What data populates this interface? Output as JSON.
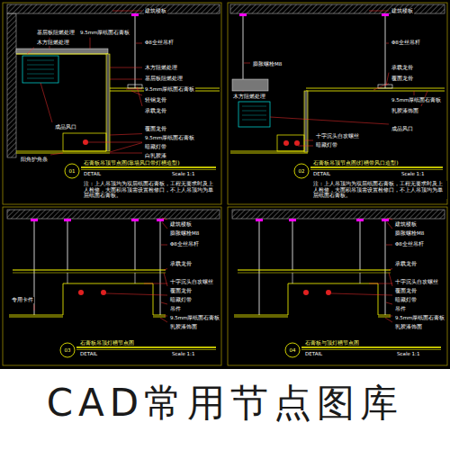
{
  "diagram": {
    "title": "CAD常用节点图库",
    "labels": [
      "建筑楼板",
      "基层板阻燃处理",
      "9.5mm厚纸面石膏板",
      "木方阻燃处理",
      "Φ8全丝吊杆",
      "木方阻燃处理",
      "基层板阻燃处理",
      "9.5mm厚纸面石膏板",
      "轻钢龙骨",
      "承载龙骨",
      "成品风口",
      "覆面龙骨",
      "9.5mm厚纸面石膏板",
      "暗藏灯带",
      "白乳胶漆",
      "阳角护角条",
      "01",
      "石膏板吊顶节点图(靠墙风口带灯槽造型)",
      "DETAIL",
      "Scale 1:1",
      "注：上人吊顶均为双层纸面石膏板，工程无要求时及上人检修，大面积吊顶需设置检修口，不上人吊顶均为单层纸面石膏板。",
      "建筑楼板",
      "Φ8全丝吊杆",
      "承载龙骨",
      "覆面龙骨",
      "9.5mm厚纸面石膏板",
      "乳胶漆饰面",
      "成品风口",
      "膨胀螺栓M8",
      "木方阻燃处理",
      "十字沉头自攻螺丝",
      "暗藏灯带",
      "02",
      "石膏板吊顶节点图(灯槽带风口造型)",
      "DETAIL",
      "Scale 1:1",
      "注：上人吊顶均为双层纸面石膏板，工程无要求时及上人检修，大面积吊顶需设置检修口，不上人吊顶均为单层纸面石膏板。",
      "建筑楼板",
      "膨胀螺栓M8",
      "Φ8全丝吊杆",
      "承载龙骨",
      "十字沉头自攻螺丝",
      "覆面龙骨",
      "暗藏灯带",
      "吊件",
      "9.5mm厚纸面石膏板",
      "乳胶漆饰面",
      "专用卡件",
      "03",
      "石膏板吊顶灯槽节点图",
      "DETAIL",
      "Scale 1:1",
      "建筑楼板",
      "膨胀螺栓M8",
      "Φ8全丝吊杆",
      "承载龙骨",
      "十字沉头自攻螺丝",
      "覆面龙骨",
      "暗藏灯带",
      "吊件",
      "9.5mm厚纸面石膏板",
      "乳胶漆饰面",
      "04",
      "石膏板与顶灯槽节点图",
      "DETAIL",
      "Scale 1:1"
    ]
  }
}
